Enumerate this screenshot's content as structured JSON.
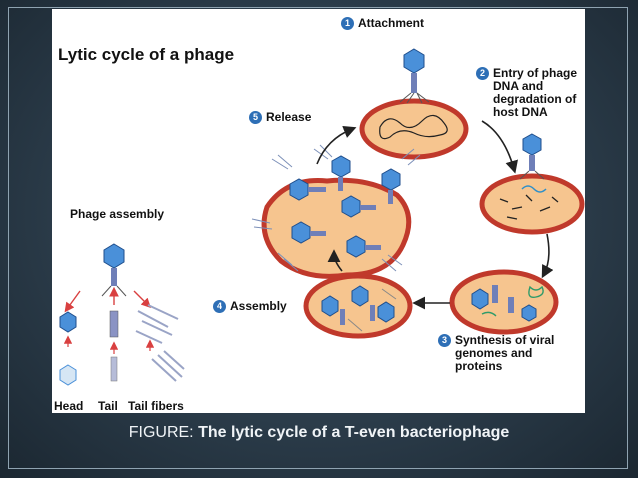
{
  "figure": {
    "title": "Lytic cycle  of a phage",
    "steps": [
      {
        "num": "1",
        "label": "Attachment"
      },
      {
        "num": "2",
        "label": "Entry of phage\nDNA and\ndegradation of\nhost DNA"
      },
      {
        "num": "3",
        "label": "Synthesis of viral\ngenomes and\nproteins"
      },
      {
        "num": "4",
        "label": "Assembly"
      },
      {
        "num": "5",
        "label": "Release"
      }
    ],
    "phage_assembly": {
      "title": "Phage assembly",
      "parts": [
        "Head",
        "Tail",
        "Tail fibers"
      ]
    }
  },
  "caption": {
    "prefix": "FIGURE: ",
    "text": "The lytic cycle of a T-even bacteriophage"
  },
  "colors": {
    "cell_membrane": "#c0392b",
    "cell_fill": "#f6c58f",
    "phage_head": "#4a90d9",
    "phage_tail": "#6f7fb8",
    "arrow": "#222222",
    "assembly_arrow": "#d94040"
  }
}
